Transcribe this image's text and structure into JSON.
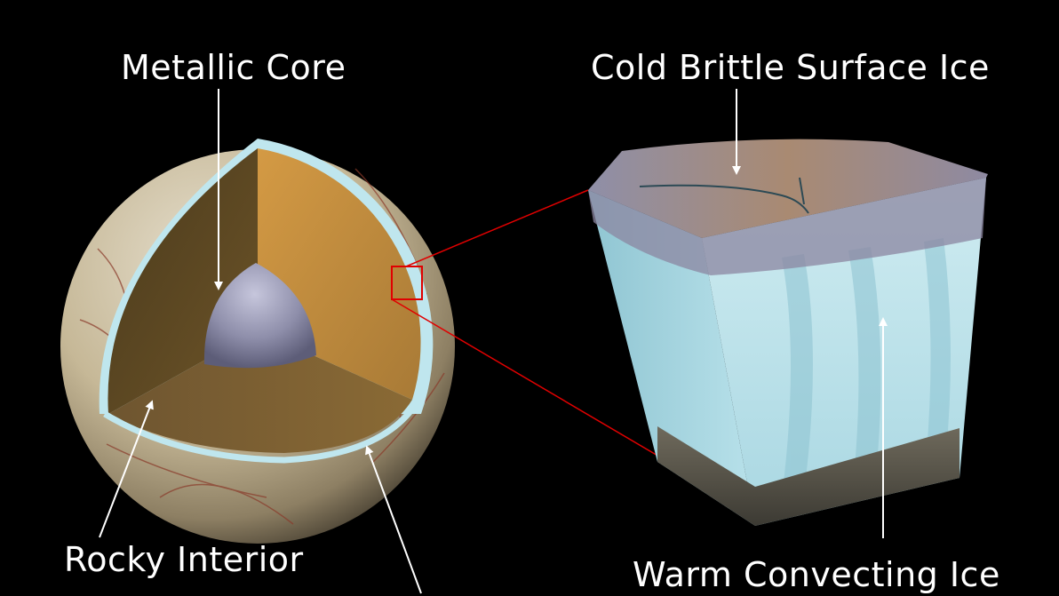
{
  "labels": {
    "metallic_core": "Metallic Core",
    "cold_brittle_surface_ice": "Cold Brittle Surface Ice",
    "rocky_interior": "Rocky Interior",
    "warm_convecting_ice": "Warm Convecting Ice"
  },
  "colors": {
    "background": "#000000",
    "label_text": "#ffffff",
    "zoom_outline": "#e00000",
    "ice_shell": "#bfe6ee",
    "rocky_interior": "#c8913c",
    "metallic_core": "#8f8fb0"
  }
}
